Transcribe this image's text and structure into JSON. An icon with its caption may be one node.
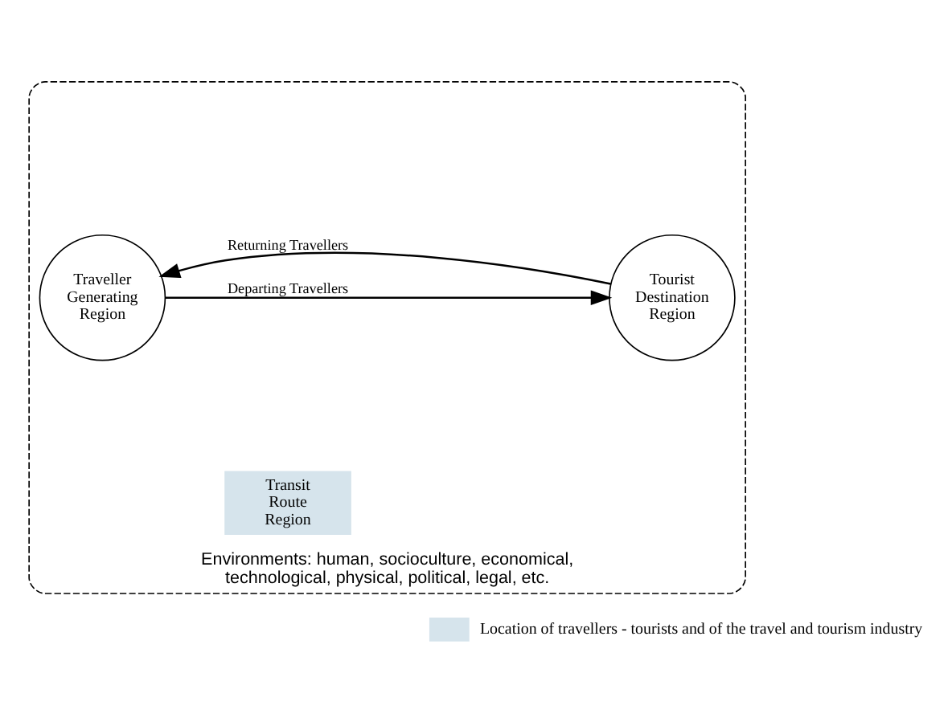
{
  "diagram": {
    "nodes": [
      {
        "text": [
          "Environments: human, socioculture, economical, technological, physical, political, legal, etc."
        ]
      },
      {
        "text": [
          "Traveller Generating Region"
        ],
        "in": 0
      },
      {
        "text": [
          "Transit Route Region"
        ],
        "in": 0
      },
      {
        "text": [
          "Tourist Destination Region"
        ],
        "in": 0
      }
    ],
    "edges": [
      {
        "from": 1,
        "to": 3,
        "arrow": "to",
        "label": "Departing Travellers"
      },
      {
        "from": 3,
        "to": 1,
        "arrow": "to",
        "label": "Returning Travellers"
      }
    ],
    "legend": [
      {
        "text": "Location of travellers - tourists and of the travel and tourism industry",
        "color": "#d6e4ec"
      }
    ]
  }
}
